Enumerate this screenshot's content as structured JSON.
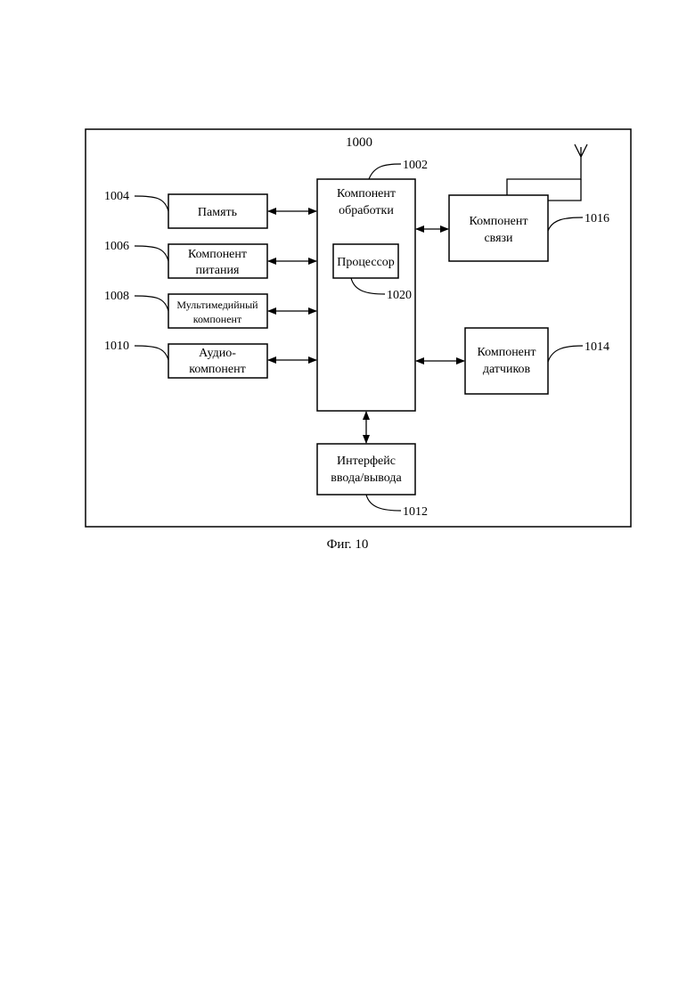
{
  "figure": {
    "id": "1000",
    "caption": "Фиг. 10"
  },
  "blocks": {
    "memory": {
      "lines": [
        "Память"
      ],
      "ref": "1004"
    },
    "power": {
      "lines": [
        "Компонент",
        "питания"
      ],
      "ref": "1006"
    },
    "multimedia": {
      "lines": [
        "Мультимедийный",
        "компонент"
      ],
      "ref": "1008"
    },
    "audio": {
      "lines": [
        "Аудио-",
        "компонент"
      ],
      "ref": "1010"
    },
    "processing": {
      "lines": [
        "Компонент",
        "обработки"
      ],
      "ref": "1002"
    },
    "processor": {
      "lines": [
        "Процессор"
      ],
      "ref": "1020"
    },
    "communication": {
      "lines": [
        "Компонент",
        "связи"
      ],
      "ref": "1016"
    },
    "sensor": {
      "lines": [
        "Компонент",
        "датчиков"
      ],
      "ref": "1014"
    },
    "io_interface": {
      "lines": [
        "Интерфейс",
        "ввода/вывода"
      ],
      "ref": "1012"
    }
  },
  "colors": {
    "stroke": "#000000",
    "background": "#ffffff"
  },
  "icons": {
    "antenna": "antenna-icon"
  }
}
